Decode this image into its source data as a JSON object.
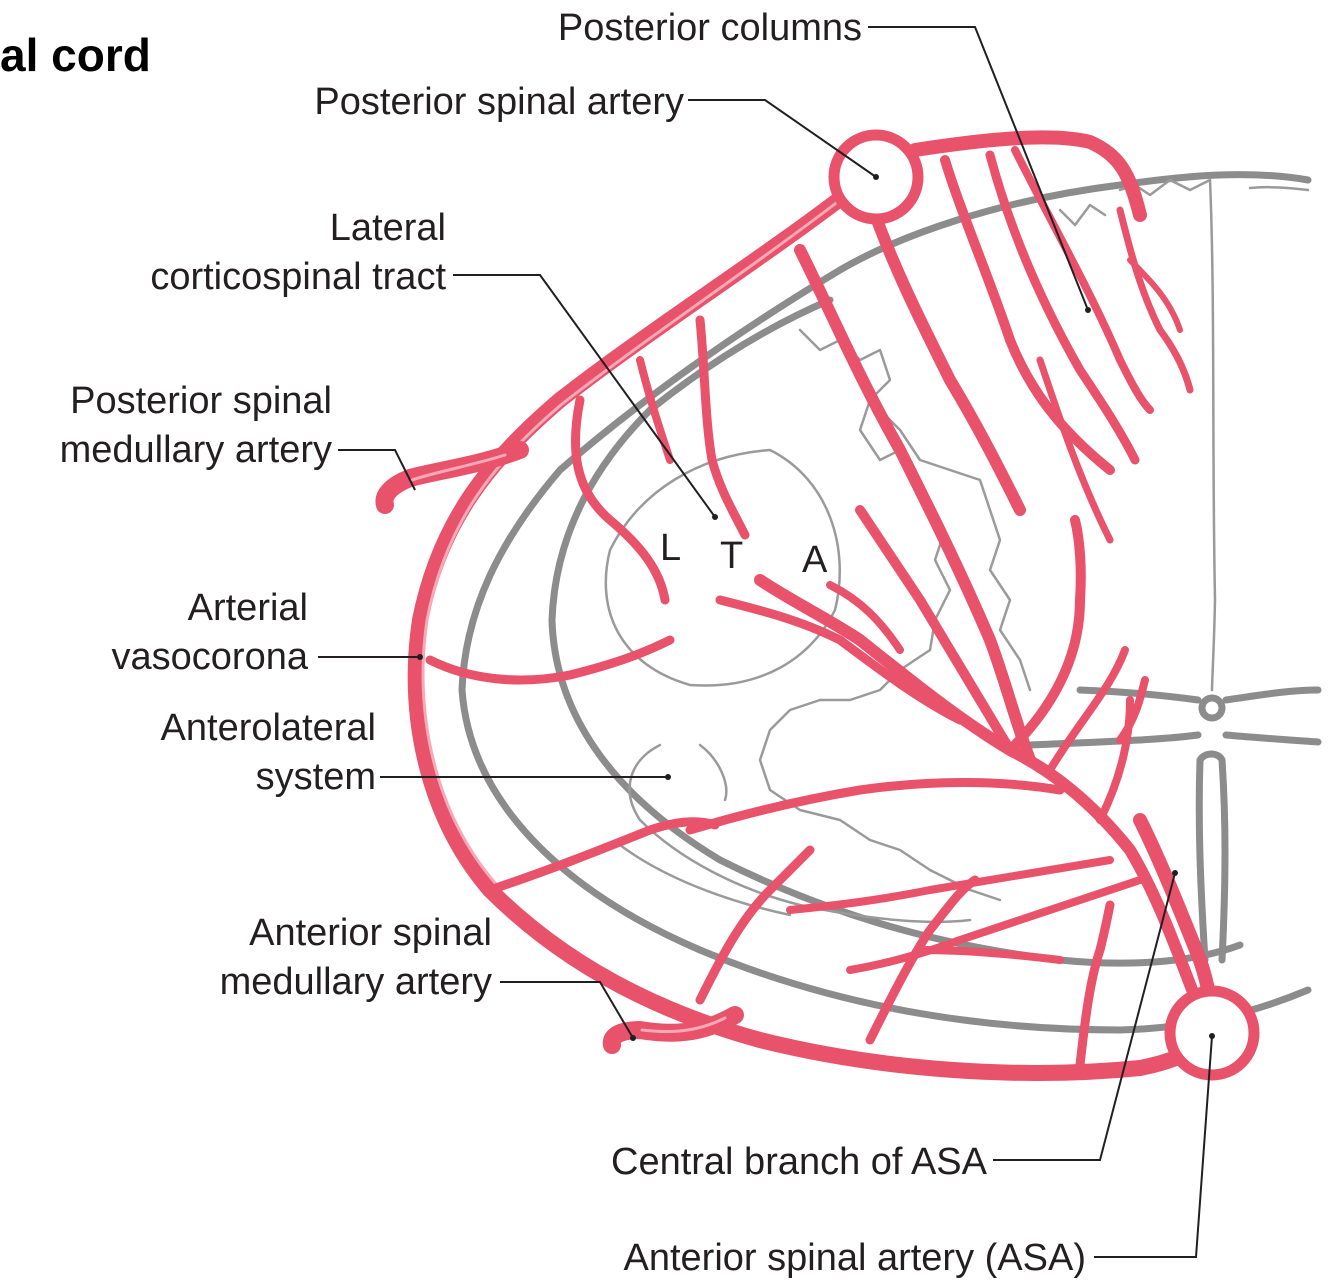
{
  "title_fragment": "al cord",
  "labels": {
    "posterior_columns": "Posterior columns",
    "posterior_spinal_artery": "Posterior spinal artery",
    "lateral_cst_1": "Lateral",
    "lateral_cst_2": "corticospinal tract",
    "psma_1": "Posterior spinal",
    "psma_2": "medullary artery",
    "vasocorona_1": "Arterial",
    "vasocorona_2": "vasocorona",
    "als_1": "Anterolateral",
    "als_2": "system",
    "asma_1": "Anterior spinal",
    "asma_2": "medullary artery",
    "central_branch": "Central branch of ASA",
    "asa": "Anterior spinal artery (ASA)"
  },
  "lamination": {
    "L": "L",
    "T": "T",
    "A": "A"
  },
  "colors": {
    "artery": "#e8526a",
    "artery_highlight": "#f7a9b6",
    "outline": "#8c8c8c",
    "text": "#231f20"
  }
}
